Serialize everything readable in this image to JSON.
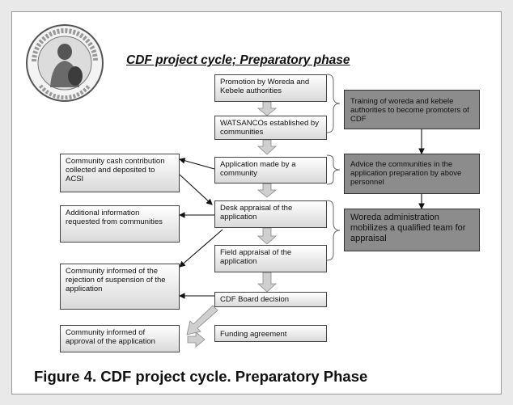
{
  "title": "CDF project cycle; Preparatory phase",
  "caption": "Figure 4. CDF project cycle. Preparatory Phase",
  "logo": {
    "ring_text_top": "ችመ ሪ ምግ ልማት ድርጅት",
    "ring_text_bottom": "ልማት ግብ"
  },
  "center_boxes": {
    "promotion": "Promotion by Woreda and Kebele authorities",
    "watsancos": "WATSANCOs established by communities",
    "application": "Application made by a community",
    "desk": "Desk appraisal of the application",
    "field": "Field appraisal of the application",
    "board": "CDF Board decision",
    "funding": "Funding agreement"
  },
  "right_boxes": {
    "training": "Training of woreda and kebele authorities to become promoters of CDF",
    "advice": "Advice the communities in the application preparation by above personnel",
    "woreda": "Woreda administration mobilizes a qualified team for appraisal"
  },
  "left_boxes": {
    "cash": "Community cash contribution collected and deposited to ACSI",
    "additional": "Additional information requested from communities",
    "rejection": "Community informed of the rejection of suspension of the application",
    "approval": "Community informed of approval of the application"
  },
  "colors": {
    "dark_box": "#8c8c8c",
    "light_box_top": "#ffffff",
    "light_box_bottom": "#d9d9d9",
    "arrow": "#cfcfcf"
  }
}
